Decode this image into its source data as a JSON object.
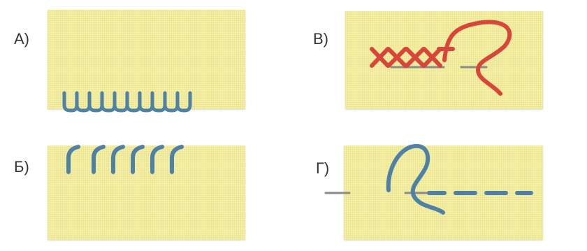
{
  "panels": [
    {
      "id": "a",
      "label": "А)",
      "stitch_color": "#4f81a6"
    },
    {
      "id": "b",
      "label": "Б)",
      "stitch_color": "#4f81a6"
    },
    {
      "id": "v",
      "label": "В)",
      "stitch_color": "#d8463a"
    },
    {
      "id": "g",
      "label": "Г)",
      "stitch_color": "#4f81a6"
    }
  ],
  "colors": {
    "fabric": "#f6f0a2",
    "thread_blue": "#4f81a6",
    "thread_red": "#d8463a",
    "thread_gray": "#8a8a8a"
  }
}
